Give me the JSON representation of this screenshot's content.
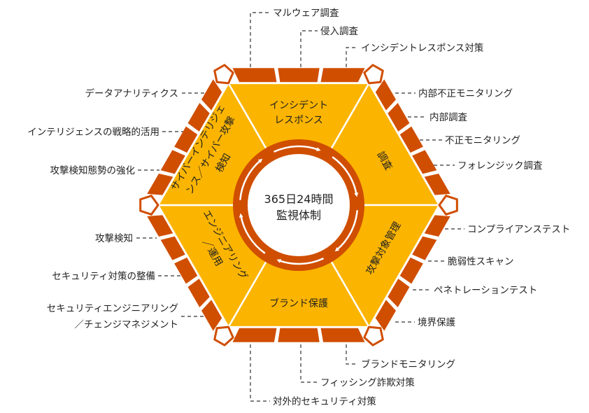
{
  "center": {
    "line1": "365日24時間",
    "line2": "監視体制"
  },
  "segments": {
    "top": {
      "line1": "インシデント",
      "line2": "レスポンス"
    },
    "upper_right": {
      "line1": "調査"
    },
    "lower_right": {
      "line1": "攻撃対象管理"
    },
    "bottom": {
      "line1": "ブランド保護"
    },
    "lower_left": {
      "line1": "エンジニアリング",
      "line2": "／運用"
    },
    "upper_left": {
      "line1": "サイバーインテリジェ",
      "line2": "ンス／サイバー攻撃",
      "line3": "検知"
    }
  },
  "callouts": {
    "top": [
      "マルウェア調査",
      "侵入調査",
      "インシデントレスポンス対策"
    ],
    "upper_right": [
      "内部不正モニタリング",
      "内部調査",
      "不正モニタリング",
      "フォレンジック調査"
    ],
    "lower_right": [
      "コンプライアンステスト",
      "脆弱性スキャン",
      "ペネトレーションテスト",
      "境界保護"
    ],
    "bottom": [
      "ブランドモニタリング",
      "フィッシング詐欺対策",
      "対外的セキュリティ対策"
    ],
    "upper_left": [
      "データアナリティクス",
      "インテリジェンスの戦略的活用",
      "攻撃検知態勢の強化"
    ],
    "lower_left": [
      "攻撃検知",
      "セキュリティ対策の整備",
      "セキュリティエンジニアリング",
      "／チェンジマネジメント"
    ]
  },
  "colors": {
    "yellow": "#FBB400",
    "orange": "#D04E00",
    "white": "#FFFFFF"
  }
}
